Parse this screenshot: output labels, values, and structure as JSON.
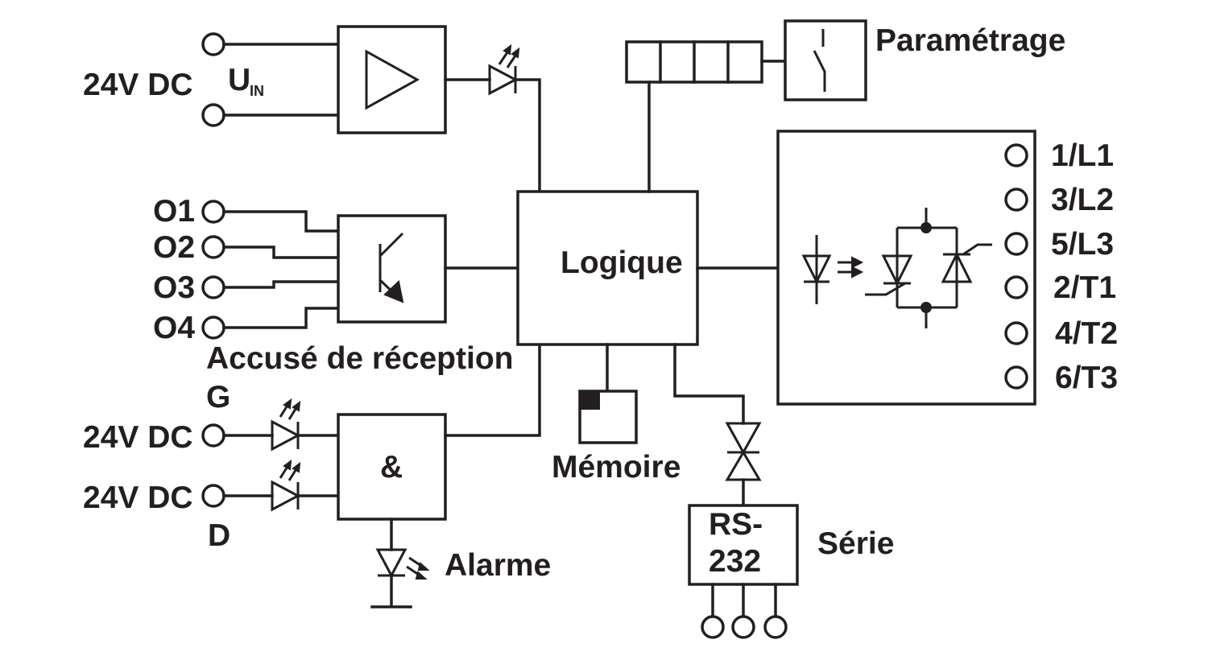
{
  "labels": {
    "supply_in": "24V DC",
    "uin_main": "U",
    "uin_sub": "IN",
    "o1": "O1",
    "o2": "O2",
    "o3": "O3",
    "o4": "O4",
    "ack": "Accusé de réception",
    "g": "G",
    "supply_g": "24V DC",
    "supply_d": "24V DC",
    "d": "D",
    "and_gate": "&",
    "alarm": "Alarme",
    "logic": "Logique",
    "memory": "Mémoire",
    "param": "Paramétrage",
    "rs_line1": "RS-",
    "rs_line2": "232",
    "serial": "Série",
    "t_l1": "1/L1",
    "t_l2": "3/L2",
    "t_l3": "5/L3",
    "t_t1": "2/T1",
    "t_t2": "4/T2",
    "t_t3": "6/T3"
  },
  "colors": {
    "line": "#231f20",
    "background": "#ffffff"
  }
}
